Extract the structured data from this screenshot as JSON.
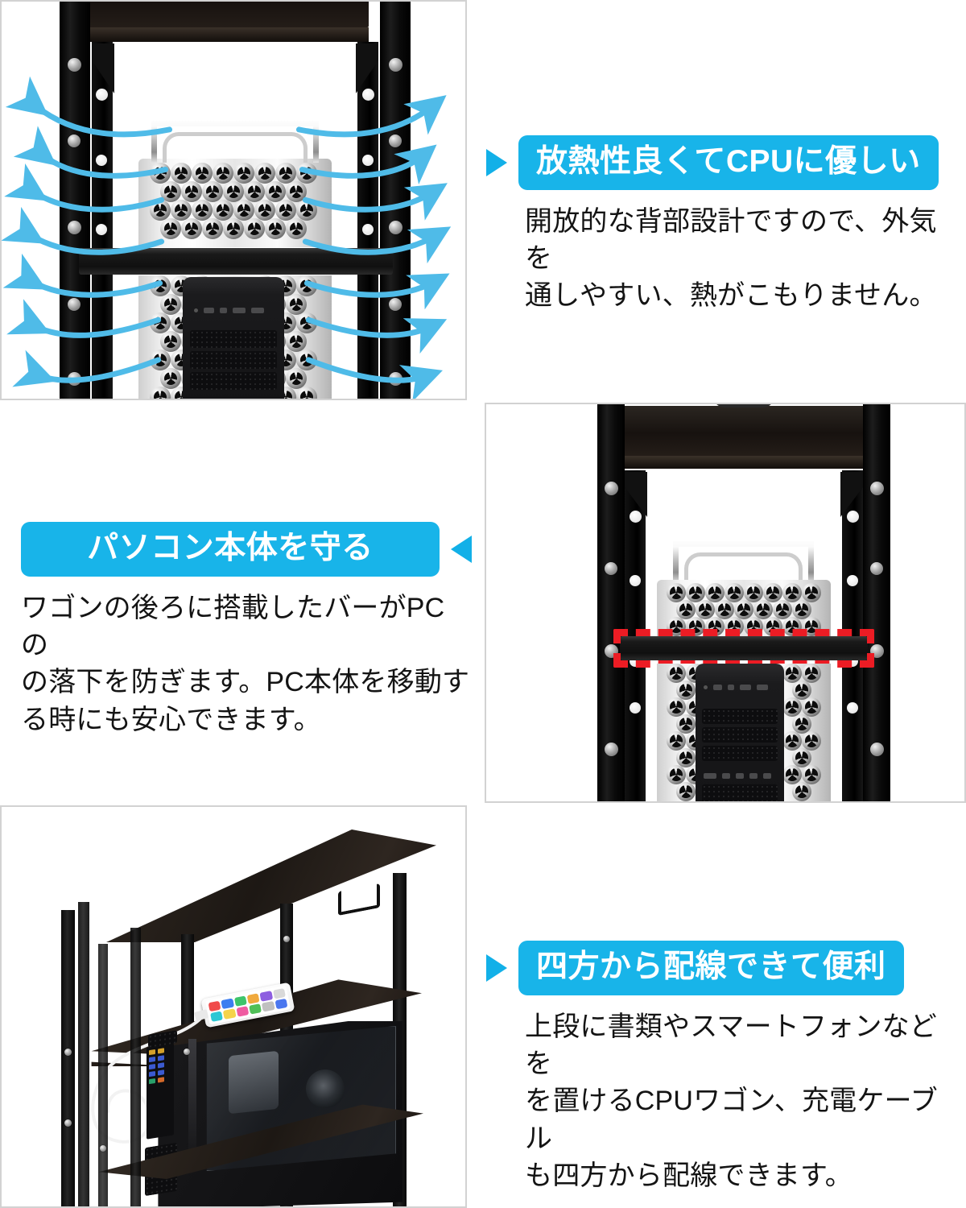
{
  "page": {
    "background": "#ffffff",
    "accent_blue": "#18b4e9",
    "accent_red": "#ec1c24",
    "border_gray": "#d2d2d2"
  },
  "panels": [
    {
      "id": "heat-dissipation",
      "arrow_direction": "right",
      "title": "放熱性良くてCPUに優しい",
      "body_lines": [
        "開放的な背部設計ですので、外気を",
        "通しやすい、熱がこもりません。"
      ],
      "image_caption": "rack with Mac Pro showing airflow arrows"
    },
    {
      "id": "protect-pc-body",
      "arrow_direction": "left",
      "title": "パソコン本体を守る",
      "body_lines": [
        "ワゴンの後ろに搭載したバーがPCの",
        "の落下を防ぎます。PC本体を移動す",
        "る時にも安心できます。"
      ],
      "image_caption": "rack rear bar highlighted with red dashed box"
    },
    {
      "id": "four-side-cable-routing",
      "arrow_direction": "right",
      "title": "四方から配線できて便利",
      "body_lines": [
        "上段に書類やスマートフォンなどを",
        "を置けるCPUワゴン、充電ケーブル",
        "も四方から配線できます。"
      ],
      "image_caption": "dark wood CPU cart with smartphone charging on top shelf"
    }
  ],
  "illustration": {
    "airflow_arrow_color": "#49b9e8",
    "highlight_box_color": "#ec1c24",
    "frame_color": "#0a0a0a",
    "case_color": "#e8e8e8"
  },
  "photo": {
    "wood_color": "#241d18",
    "metal_color": "#0a0a0a",
    "phone_color": "#ffffff",
    "cable_color": "#f1f1f1"
  }
}
